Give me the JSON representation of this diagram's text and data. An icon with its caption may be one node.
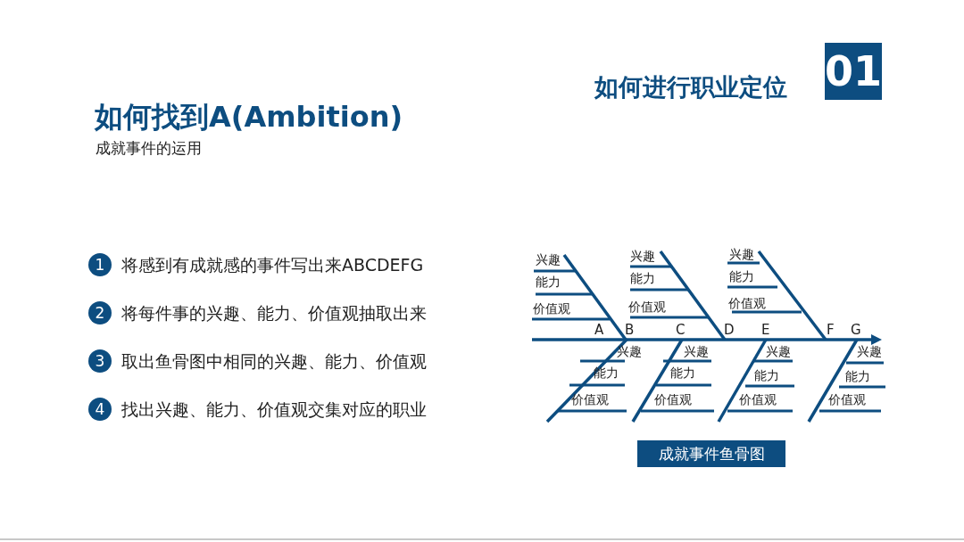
{
  "diagram": {
    "title": "如何找到A(Ambition)",
    "nodes": [
      {
        "text": [
          "01"
        ]
      },
      {
        "text": [
          "1"
        ],
        "beside": [
          "将感到有成就感的事件写出来ABCDEFG"
        ]
      },
      {
        "text": [
          "2"
        ],
        "beside": [
          "将每件事的兴趣、能力、价值观抽取出来"
        ]
      },
      {
        "text": [
          "3"
        ],
        "beside": [
          "取出鱼骨图中相同的兴趣、能力、价值观"
        ]
      },
      {
        "text": [
          "4"
        ],
        "beside": [
          "找出兴趣、能力、价值观交集对应的职业"
        ]
      },
      {
        "text": [
          "成就事件鱼骨图"
        ]
      }
    ],
    "edges": [],
    "labels": [
      "如何进行职业定位",
      "成就事件的运用",
      "兴趣",
      "能力",
      "价值观",
      "兴趣",
      "能力",
      "价值观",
      "兴趣",
      "能力",
      "价值观",
      "A",
      "B",
      "C",
      "D",
      "E",
      "F",
      "G",
      "兴趣",
      "能力",
      "价值观",
      "兴趣",
      "能力",
      "价值观",
      "兴趣",
      "能力",
      "价值观",
      "兴趣",
      "能力",
      "价值观"
    ]
  }
}
